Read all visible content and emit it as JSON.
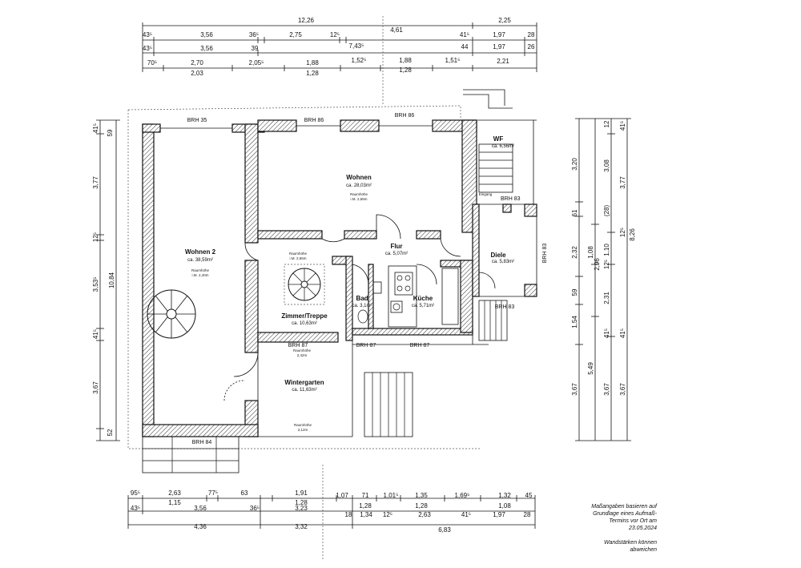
{
  "rooms": {
    "wohnen2": {
      "name": "Wohnen 2",
      "area": "ca. 38,59m²",
      "height_label": "Raumhöhe",
      "height": "i.M. 2,40m"
    },
    "wohnen": {
      "name": "Wohnen",
      "area": "ca. 28,03m²",
      "height_label": "Raumhöhe",
      "height": "i.M. 2,65m"
    },
    "flur": {
      "name": "Flur",
      "area": "ca. 5,07m²"
    },
    "zimmer": {
      "name": "Zimmer/Treppe",
      "area": "ca. 10,63m²",
      "height_label": "Raumhöhe",
      "height": "i.M. 2,65m"
    },
    "bad": {
      "name": "Bad",
      "area": "ca. 3,1m²"
    },
    "kueche": {
      "name": "Küche",
      "area": "ca. 5,71m²"
    },
    "diele": {
      "name": "Diele",
      "area": "ca. 5,83m²"
    },
    "wf": {
      "name": "WF",
      "area": "ca. 6,56m²"
    },
    "wintergarten": {
      "name": "Wintergarten",
      "area": "ca. 11,63m²",
      "height_label": "Raumhöhe",
      "height": "2,12m"
    },
    "zimmer_bottom": {
      "height_label": "Raumhöhe",
      "height": "2,42m"
    },
    "eingang": "Eingang"
  },
  "brh": {
    "top_left": "BRH 35",
    "top_mid": "BRH 86",
    "top_right": "BRH 86",
    "wf_bottom": "BRH 83",
    "diele_side": "BRH 83",
    "diele_bottom": "BRH 83",
    "zimmer_bottom": "BRH 87",
    "bad_bottom": "BRH 87",
    "kueche_bottom": "BRH 87",
    "wohnen2_bottom": "BRH 84"
  },
  "dims_top": {
    "row1": [
      "12,26",
      "2,25"
    ],
    "row2": [
      "43⁵",
      "3,56",
      "36⁵",
      "2,75",
      "12⁵",
      "4,61",
      "41⁵",
      "1,97",
      "28"
    ],
    "row3": [
      "43⁵",
      "3,56",
      "39",
      "7,43⁵",
      "44",
      "1,97",
      "26"
    ],
    "row4": [
      "70⁵",
      "2,70",
      "2,05⁵",
      "1,88",
      "1,52⁵",
      "1,88",
      "1,51⁵",
      "2,21"
    ],
    "row5": [
      "2,03",
      "1,28",
      "1,28"
    ]
  },
  "dims_bottom": {
    "row1": [
      "95⁵",
      "2,63",
      "77⁵",
      "63",
      "1,91",
      "1,07",
      "71",
      "1,01⁵",
      "1,35",
      "1,69⁵",
      "1,32",
      "45"
    ],
    "row2": [
      "1,15",
      "1,28",
      "1,28",
      "1,28",
      "1,08"
    ],
    "row3": [
      "43⁵",
      "3,56",
      "36⁵",
      "3,23",
      "18",
      "1,34",
      "12⁵",
      "2,63",
      "41⁵",
      "1,97",
      "28"
    ],
    "row4": [
      "4,36",
      "3,32",
      "6,83"
    ]
  },
  "dims_left": {
    "row1": [
      "41⁵",
      "59",
      "3,77",
      "12⁵",
      "3,53⁵",
      "41⁵",
      "3,67",
      "52"
    ],
    "row2": [
      "10,84"
    ]
  },
  "dims_right": {
    "row1": [
      "3,20",
      "61",
      "2,32",
      "59",
      "1,54",
      "3,67"
    ],
    "row2": [
      "1,08",
      "2,96",
      "5,49"
    ],
    "row3": [
      "12",
      "3,08",
      "(28)",
      "1,10",
      "12⁵",
      "2,31",
      "41⁵",
      "3,67"
    ],
    "row4": [
      "41⁵",
      "3,77",
      "12⁵",
      "41⁵",
      "3,67"
    ],
    "row5": [
      "8,26"
    ]
  },
  "note": {
    "lines": [
      "Maßangaben basieren auf",
      "Grundlage eines Aufmaß-",
      "Termins vor Ort am",
      "23.05.2024"
    ],
    "lines2": [
      "Wandstärken können",
      "abweichen"
    ]
  }
}
